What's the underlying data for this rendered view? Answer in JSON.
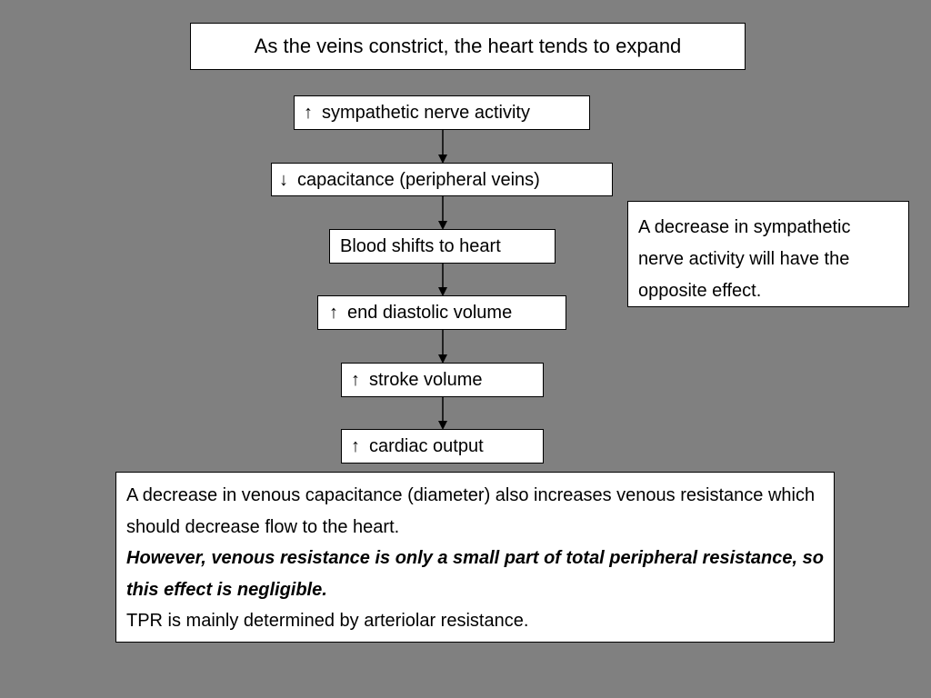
{
  "title": "As the veins constrict, the heart tends to expand",
  "steps": [
    {
      "symbol": "↑",
      "label": "sympathetic nerve activity"
    },
    {
      "symbol": "↓",
      "label": "capacitance (peripheral veins)"
    },
    {
      "symbol": "",
      "label": "Blood shifts to heart"
    },
    {
      "symbol": "↑",
      "label": "end diastolic volume"
    },
    {
      "symbol": "↑",
      "label": "stroke volume"
    },
    {
      "symbol": "↑",
      "label": "cardiac output"
    }
  ],
  "side_note": "A decrease in sympathetic nerve activity will have the opposite effect.",
  "bottom_note": {
    "line1": "A decrease in venous capacitance (diameter) also increases venous resistance which should decrease flow to the heart.",
    "line2": "However, venous resistance is only a small part of total peripheral resistance, so this effect is negligible.",
    "line3": "TPR is mainly determined by arteriolar resistance."
  }
}
